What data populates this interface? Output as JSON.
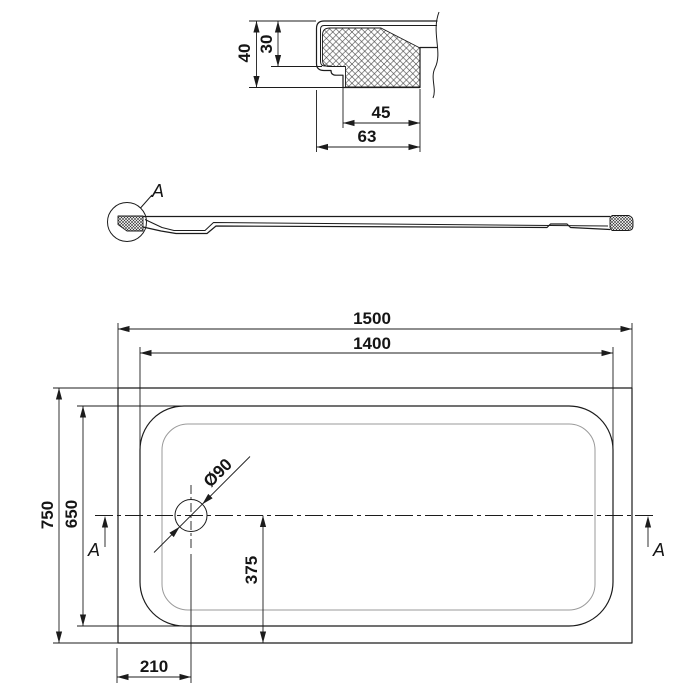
{
  "drawing": {
    "type": "technical-dimension-drawing",
    "subject": "rectangular shower tray with drain",
    "colors": {
      "line": "#1c1c1c",
      "light_line": "#9a9a9a",
      "background": "#ffffff"
    },
    "section_detail": {
      "dim_total_height": "40",
      "dim_inner_height": "30",
      "dim_inner_width": "45",
      "dim_total_width": "63"
    },
    "side_view": {
      "detail_label": "A"
    },
    "plan_view": {
      "dim_outer_length": "1500",
      "dim_inner_length": "1400",
      "dim_outer_width": "750",
      "dim_inner_width": "650",
      "dim_drain_to_bottom_edge": "375",
      "dim_drain_to_left_edge": "210",
      "dim_drain_diameter": "Ø90",
      "section_label_left": "A",
      "section_label_right": "A"
    }
  }
}
